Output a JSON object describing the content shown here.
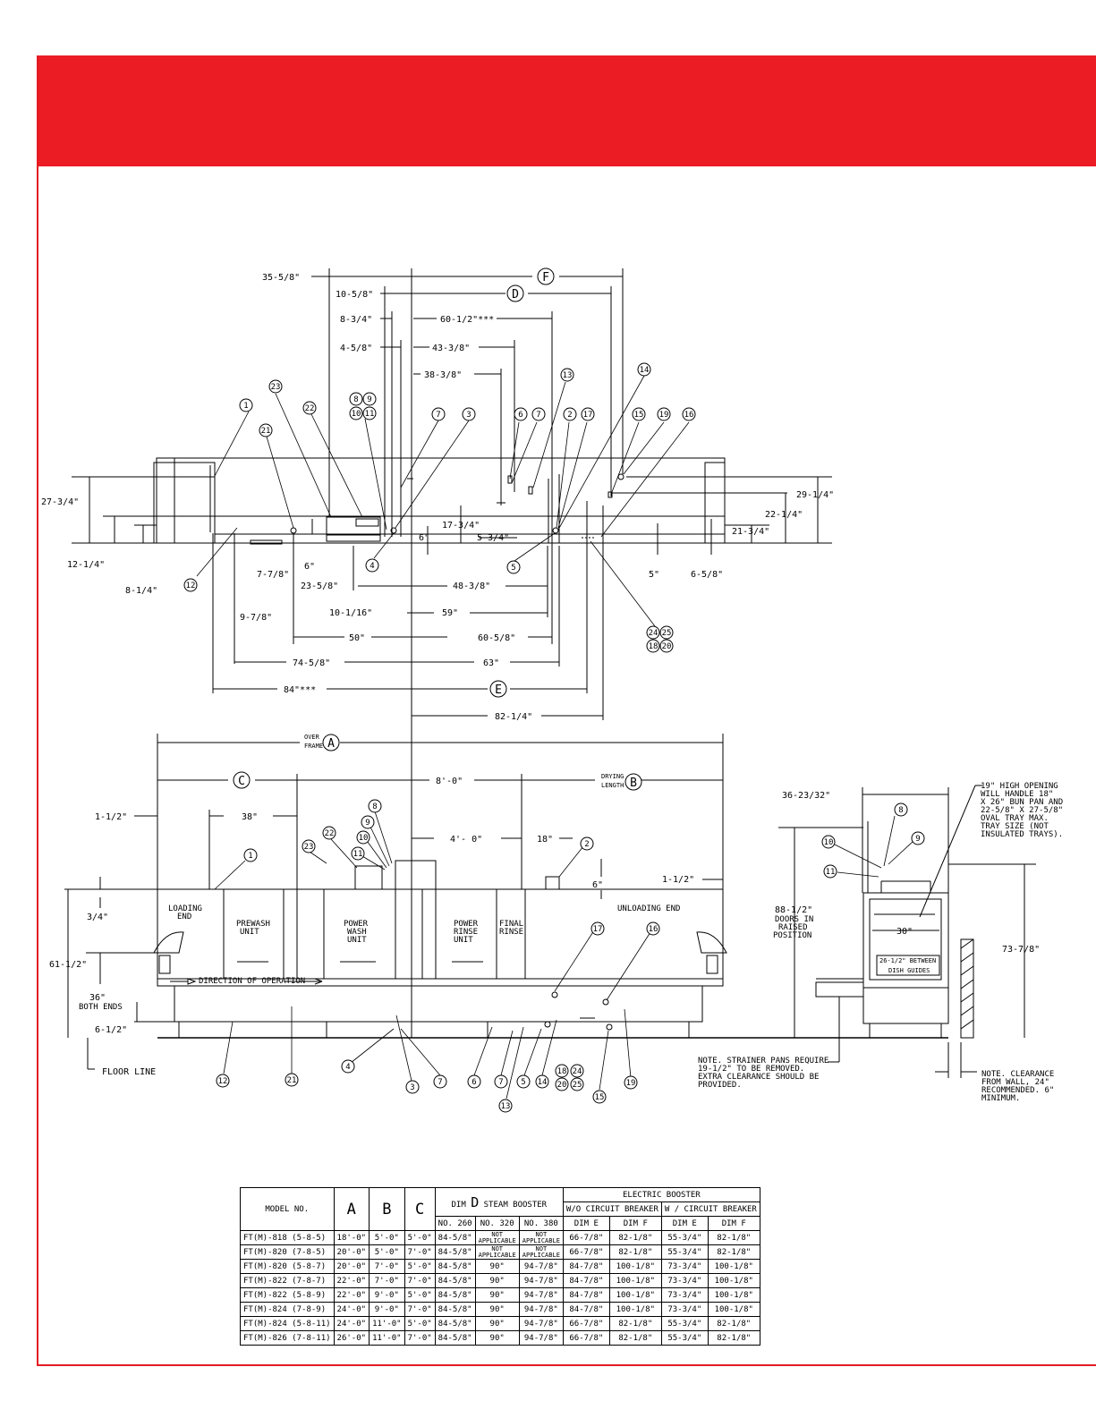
{
  "dims_top": [
    "35-5/8\"",
    "10-5/8\"",
    "8-3/4\"",
    "4-5/8\"",
    "60-1/2\"***",
    "43-3/8\"",
    "38-3/8\"",
    "27-3/4\"",
    "12-1/4\"",
    "8-1/4\"",
    "17-3/4\"",
    "5-3/4\"",
    "6\"",
    "6\"",
    "7-7/8\"",
    "9-7/8\"",
    "23-5/8\"",
    "48-3/8\"",
    "10-1/16\"",
    "59\"",
    "50\"",
    "60-5/8\"",
    "74-5/8\"",
    "63\"",
    "84\"***",
    "82-1/4\"",
    "29-1/4\"",
    "22-1/4\"",
    "21-3/4\"",
    "5\"",
    "6-5/8\""
  ],
  "dims_front": [
    "8'-0\"",
    "1-1/2\"",
    "38\"",
    "4'- 0\"",
    "18\"",
    "1-1/2\"",
    "6\"",
    "3/4\"",
    "61-1/2\"",
    "36\"",
    "BOTH ENDS",
    "6-1/2\"",
    "FLOOR LINE",
    "36-23/32\"",
    "88-1/2\"",
    "DOORS IN",
    "RAISED",
    "POSITION",
    "73-7/8\"",
    "30\""
  ],
  "letter_labels": [
    "A",
    "B",
    "C",
    "D",
    "E",
    "F"
  ],
  "over_frame": [
    "OVER",
    "FRAME"
  ],
  "drying_length": [
    "DRYING",
    "LENGTH"
  ],
  "section_labels": {
    "loading": [
      "LOADING",
      "END"
    ],
    "prewash": [
      "PREWASH",
      "UNIT"
    ],
    "power_wash": [
      "POWER",
      "WASH",
      "UNIT"
    ],
    "power_rinse": [
      "POWER",
      "RINSE",
      "UNIT"
    ],
    "final_rinse": [
      "FINAL",
      "RINSE"
    ],
    "unloading": "UNLOADING END",
    "direction": "DIRECTION OF OPERATION"
  },
  "callouts_top": [
    "1",
    "23",
    "22",
    "21",
    "12",
    "4",
    "8",
    "9",
    "10",
    "11",
    "7",
    "3",
    "6",
    "7",
    "13",
    "2",
    "17",
    "14",
    "15",
    "19",
    "16",
    "5",
    "24",
    "25",
    "18",
    "20"
  ],
  "callouts_front": [
    "1",
    "23",
    "22",
    "11",
    "10",
    "9",
    "8",
    "2",
    "17",
    "16",
    "12",
    "21",
    "4",
    "3",
    "7",
    "6",
    "7",
    "5",
    "14",
    "18",
    "24",
    "20",
    "25",
    "13",
    "15",
    "19"
  ],
  "callouts_side": [
    "8",
    "10",
    "9",
    "11"
  ],
  "notes": {
    "opening": [
      "19\" HIGH OPENING",
      "WILL HANDLE 18\"",
      "X 26\" BUN PAN AND",
      "22-5/8\" X 27-5/8\"",
      "OVAL TRAY  MAX.",
      "TRAY SIZE (NOT",
      "INSULATED TRAYS)."
    ],
    "strainer": [
      "NOTE. STRAINER PANS REQUIRE",
      "19-1/2\" TO BE REMOVED.",
      "EXTRA CLEARANCE SHOULD BE",
      "PROVIDED."
    ],
    "clearance": [
      "NOTE. CLEARANCE",
      "FROM WALL, 24\"",
      "RECOMMENDED. 6\"",
      "MINIMUM."
    ],
    "guides": [
      "26-1/2\" BETWEEN",
      "DISH GUIDES"
    ]
  },
  "table": {
    "h_model": "MODEL NO.",
    "h_a": "A",
    "h_b": "B",
    "h_c": "C",
    "h_dim": "DIM",
    "h_d": "D",
    "h_steam": "STEAM BOOSTER",
    "h_electric": "ELECTRIC BOOSTER",
    "h_wo": "W/O CIRCUIT BREAKER",
    "h_w": "W / CIRCUIT BREAKER",
    "h_no260": "NO. 260",
    "h_no320": "NO. 320",
    "h_no380": "NO. 380",
    "h_dim_e": "DIM E",
    "h_dim_f": "DIM F",
    "na1": "NOT",
    "na2": "APPLICABLE",
    "rows": [
      [
        "FT(M)-818 (5-8-5)",
        "18'-0\"",
        "5'-0\"",
        "5'-0\"",
        "84-5/8\"",
        "NA",
        "NA",
        "66-7/8\"",
        "82-1/8\"",
        "55-3/4\"",
        "82-1/8\""
      ],
      [
        "FT(M)-820 (7-8-5)",
        "20'-0\"",
        "5'-0\"",
        "7'-0\"",
        "84-5/8\"",
        "NA",
        "NA",
        "66-7/8\"",
        "82-1/8\"",
        "55-3/4\"",
        "82-1/8\""
      ],
      [
        "FT(M)-820 (5-8-7)",
        "20'-0\"",
        "7'-0\"",
        "5'-0\"",
        "84-5/8\"",
        "90\"",
        "94-7/8\"",
        "84-7/8\"",
        "100-1/8\"",
        "73-3/4\"",
        "100-1/8\""
      ],
      [
        "FT(M)-822 (7-8-7)",
        "22'-0\"",
        "7'-0\"",
        "7'-0\"",
        "84-5/8\"",
        "90\"",
        "94-7/8\"",
        "84-7/8\"",
        "100-1/8\"",
        "73-3/4\"",
        "100-1/8\""
      ],
      [
        "FT(M)-822 (5-8-9)",
        "22'-0\"",
        "9'-0\"",
        "5'-0\"",
        "84-5/8\"",
        "90\"",
        "94-7/8\"",
        "84-7/8\"",
        "100-1/8\"",
        "73-3/4\"",
        "100-1/8\""
      ],
      [
        "FT(M)-824 (7-8-9)",
        "24'-0\"",
        "9'-0\"",
        "7'-0\"",
        "84-5/8\"",
        "90\"",
        "94-7/8\"",
        "84-7/8\"",
        "100-1/8\"",
        "73-3/4\"",
        "100-1/8\""
      ],
      [
        "FT(M)-824 (5-8-11)",
        "24'-0\"",
        "11'-0\"",
        "5'-0\"",
        "84-5/8\"",
        "90\"",
        "94-7/8\"",
        "66-7/8\"",
        "82-1/8\"",
        "55-3/4\"",
        "82-1/8\""
      ],
      [
        "FT(M)-826 (7-8-11)",
        "26'-0\"",
        "11'-0\"",
        "7'-0\"",
        "84-5/8\"",
        "90\"",
        "94-7/8\"",
        "66-7/8\"",
        "82-1/8\"",
        "55-3/4\"",
        "82-1/8\""
      ]
    ]
  },
  "colors": {
    "brand_red": "#ec1c24",
    "line": "#000000"
  }
}
